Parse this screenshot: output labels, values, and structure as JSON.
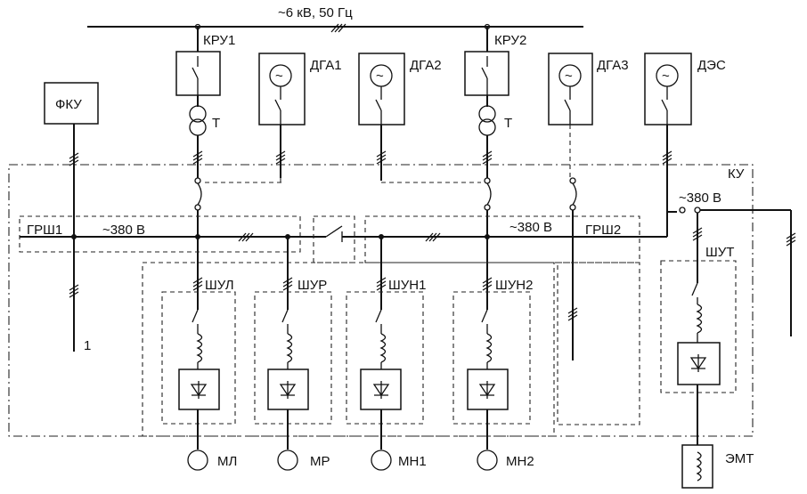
{
  "title": "~6 кВ, 50 Гц",
  "bus_lv_labels": {
    "left": "~380 В",
    "right": "~380 В",
    "ku": "~380 В"
  },
  "labels": {
    "kru1": "КРУ1",
    "kru2": "КРУ2",
    "dga1": "ДГА1",
    "dga2": "ДГА2",
    "dga3": "ДГА3",
    "des": "ДЭС",
    "fku": "ФКУ",
    "t1": "Т",
    "t2": "Т",
    "ku": "КУ",
    "grsh1": "ГРШ1",
    "grsh2": "ГРШ2",
    "shul": "ШУЛ",
    "shur": "ШУР",
    "shun1": "ШУН1",
    "shun2": "ШУН2",
    "shut": "ШУТ",
    "ml": "МЛ",
    "mr": "МР",
    "mn1": "МН1",
    "mn2": "МН2",
    "emt": "ЭМТ",
    "feeder1": "1"
  },
  "icons": [
    "generator-icon",
    "switch-icon",
    "transformer-icon",
    "thyristor-converter-icon",
    "motor-icon",
    "inductor-icon"
  ]
}
